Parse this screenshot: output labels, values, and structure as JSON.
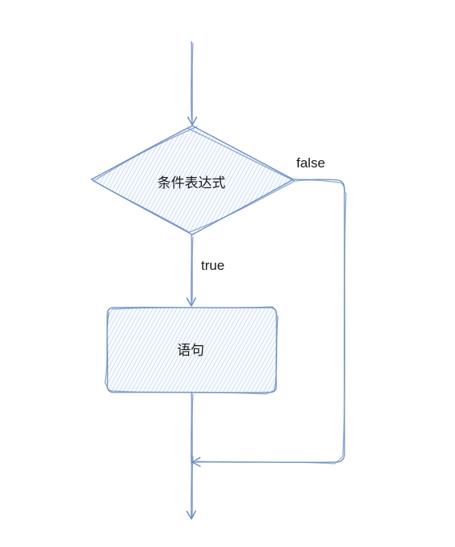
{
  "diagram": {
    "decision_label": "条件表达式",
    "process_label": "语句",
    "true_label": "true",
    "false_label": "false"
  },
  "colors": {
    "stroke": "#6c8ebf",
    "fill": "#dae8fc",
    "hatch": "#a9c4eb",
    "text": "#1a1a1a",
    "background": "#ffffff"
  }
}
